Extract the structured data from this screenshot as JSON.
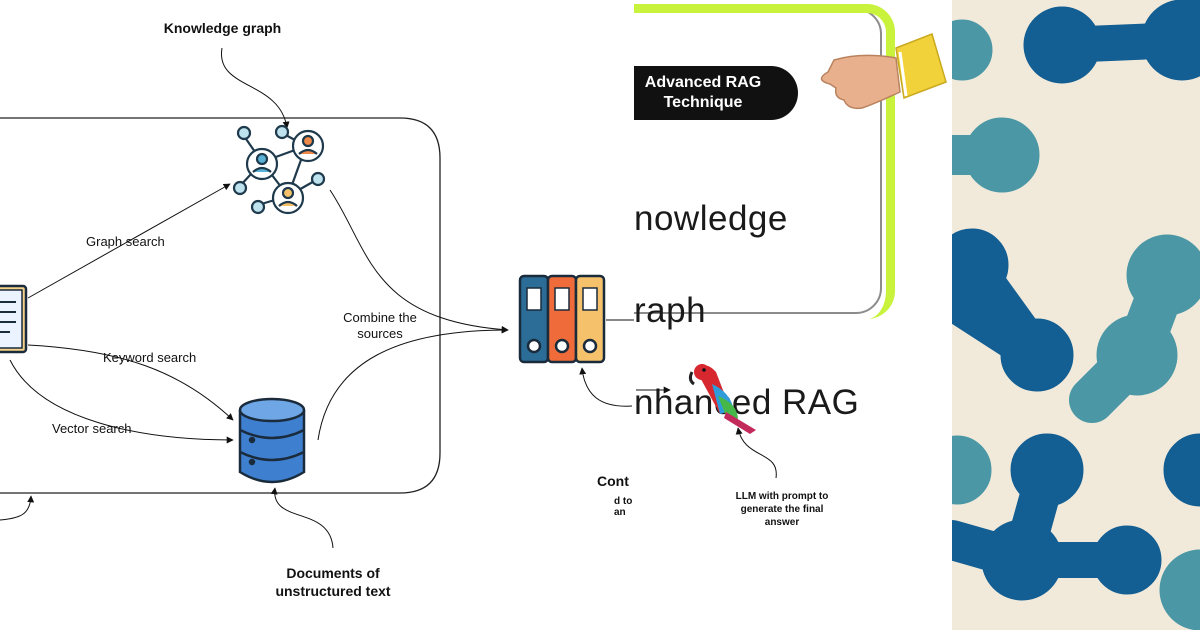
{
  "diagram": {
    "knowledge_graph_label": "Knowledge graph",
    "graph_search_label": "Graph search",
    "keyword_search_label": "Keyword search",
    "vector_search_label": "Vector search",
    "combine_label_line1": "Combine the",
    "combine_label_line2": "sources",
    "documents_label_line1": "Documents of",
    "documents_label_line2": "unstructured text"
  },
  "card": {
    "badge_line1": "Advanced RAG",
    "badge_line2": "Technique",
    "title_line1": "nowledge",
    "title_line2": "raph",
    "title_line3": "nhanced RAG",
    "cont_label": "Cont",
    "sent_to_label": "d to an",
    "llm_line1": "LLM with prompt to",
    "llm_line2": "generate the final",
    "llm_line3": "answer"
  },
  "colors": {
    "accent_green": "#c8f23c",
    "pattern_dark_blue": "#135e92",
    "pattern_teal": "#4b97a5",
    "pattern_cream": "#f1eadb",
    "database_blue": "#3f7fcf",
    "binder_blue": "#2b6d96",
    "binder_orange": "#ef6c3a",
    "binder_yellow": "#f5c26b"
  },
  "icons": [
    "document-icon",
    "knowledge-graph-icon",
    "database-icon",
    "binders-icon",
    "parrot-icon",
    "pointing-hand-icon"
  ]
}
